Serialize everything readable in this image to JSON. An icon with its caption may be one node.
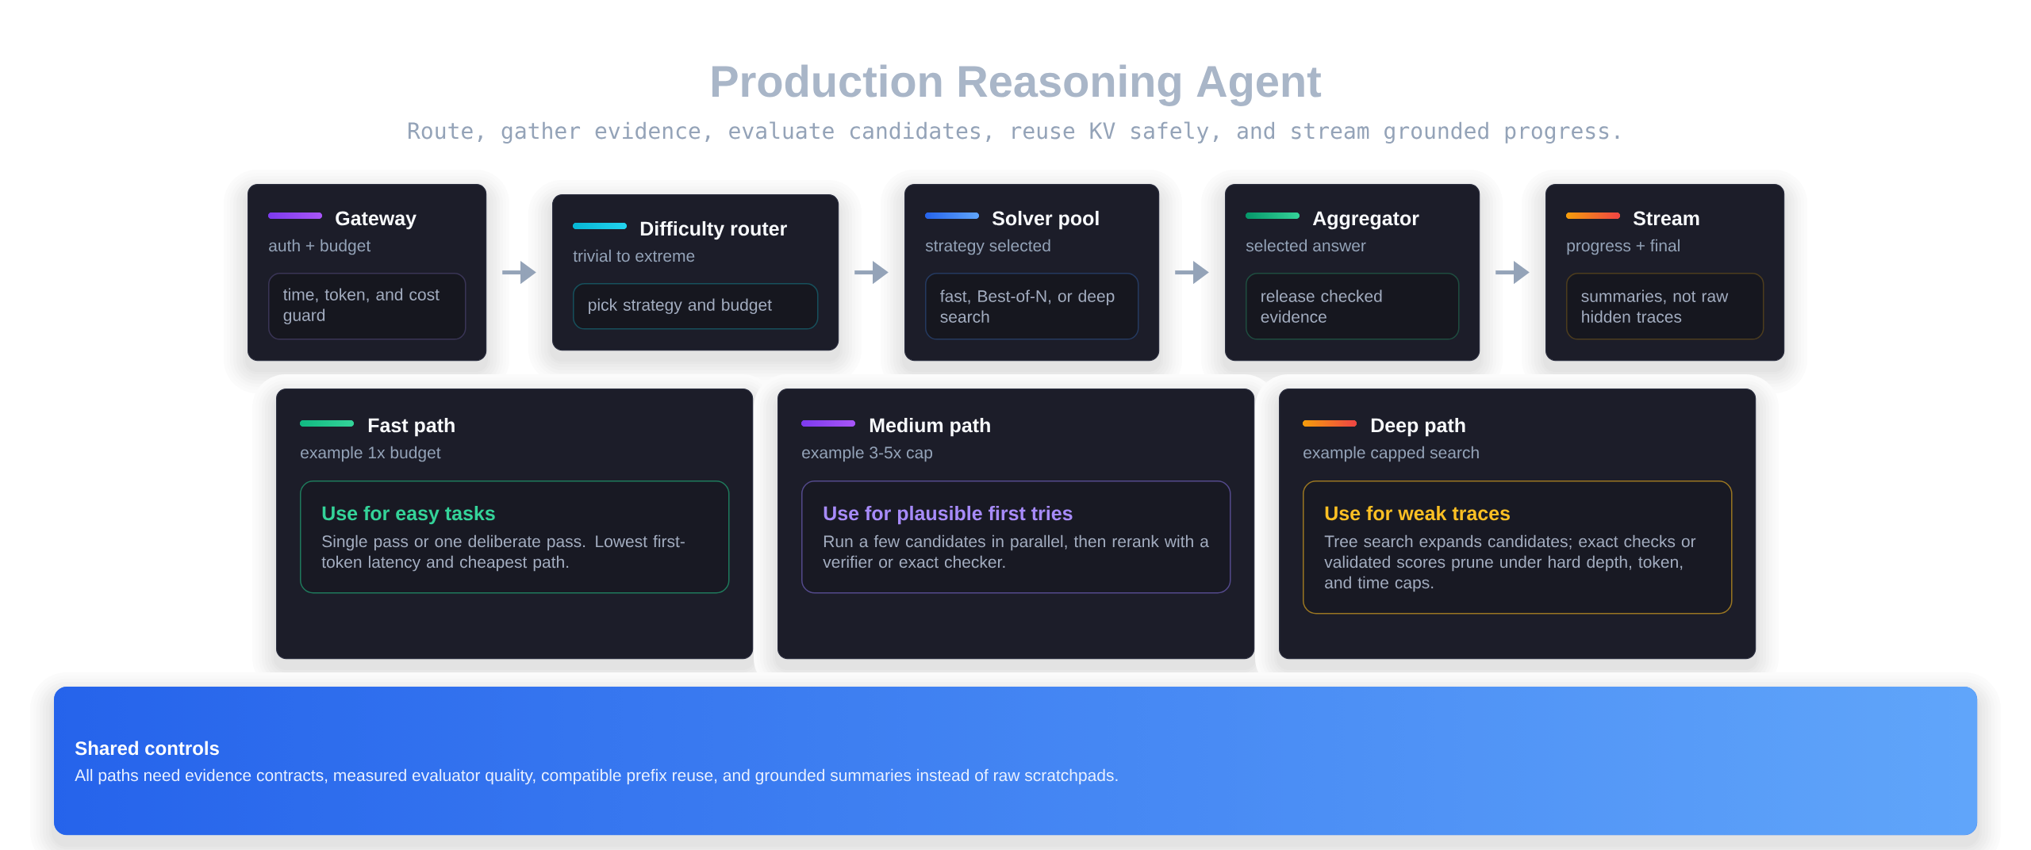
{
  "diagram": {
    "title": "Production Reasoning Agent",
    "nodes": [
      {
        "text": [
          "Gateway",
          "auth + budget"
        ]
      },
      {
        "text": [
          "time, token, and cost guard"
        ],
        "in": 0
      },
      {
        "text": [
          "Difficulty router",
          "trivial to extreme"
        ]
      },
      {
        "text": [
          "pick strategy and budget"
        ],
        "in": 2
      },
      {
        "text": [
          "Solver pool",
          "strategy selected"
        ]
      },
      {
        "text": [
          "fast, Best-of-N, or deep search"
        ],
        "in": 4
      },
      {
        "text": [
          "Aggregator",
          "selected answer"
        ]
      },
      {
        "text": [
          "release checked evidence"
        ],
        "in": 6
      },
      {
        "text": [
          "Stream",
          "progress + final"
        ]
      },
      {
        "text": [
          "summaries, not raw hidden traces"
        ],
        "in": 8
      },
      {
        "text": [
          "Fast path",
          "example 1x budget"
        ]
      },
      {
        "text": [
          "Use for easy tasks",
          "Single pass or one deliberate pass. Lowest first-token latency and cheapest path."
        ],
        "in": 10
      },
      {
        "text": [
          "Medium path",
          "example 3-5x cap"
        ]
      },
      {
        "text": [
          "Use for plausible first tries",
          "Run a few candidates in parallel, then rerank with a verifier or exact checker."
        ],
        "in": 12
      },
      {
        "text": [
          "Deep path",
          "example capped search"
        ]
      },
      {
        "text": [
          "Use for weak traces",
          "Tree search expands candidates; exact checks or validated scores prune under hard depth, token, and time caps."
        ],
        "in": 14
      },
      {
        "text": [
          "Shared controls",
          "All paths need evidence contracts, measured evaluator quality, compatible prefix reuse, and grounded summaries instead of raw scratchpads."
        ]
      }
    ],
    "edges": [
      {
        "from": 0,
        "to": 2,
        "arrow": "to"
      },
      {
        "from": 2,
        "to": 4,
        "arrow": "to"
      },
      {
        "from": 4,
        "to": 6,
        "arrow": "to"
      },
      {
        "from": 6,
        "to": 8,
        "arrow": "to"
      }
    ],
    "labels": [
      "Route, gather evidence, evaluate candidates, reuse KV safely, and stream grounded progress."
    ]
  }
}
